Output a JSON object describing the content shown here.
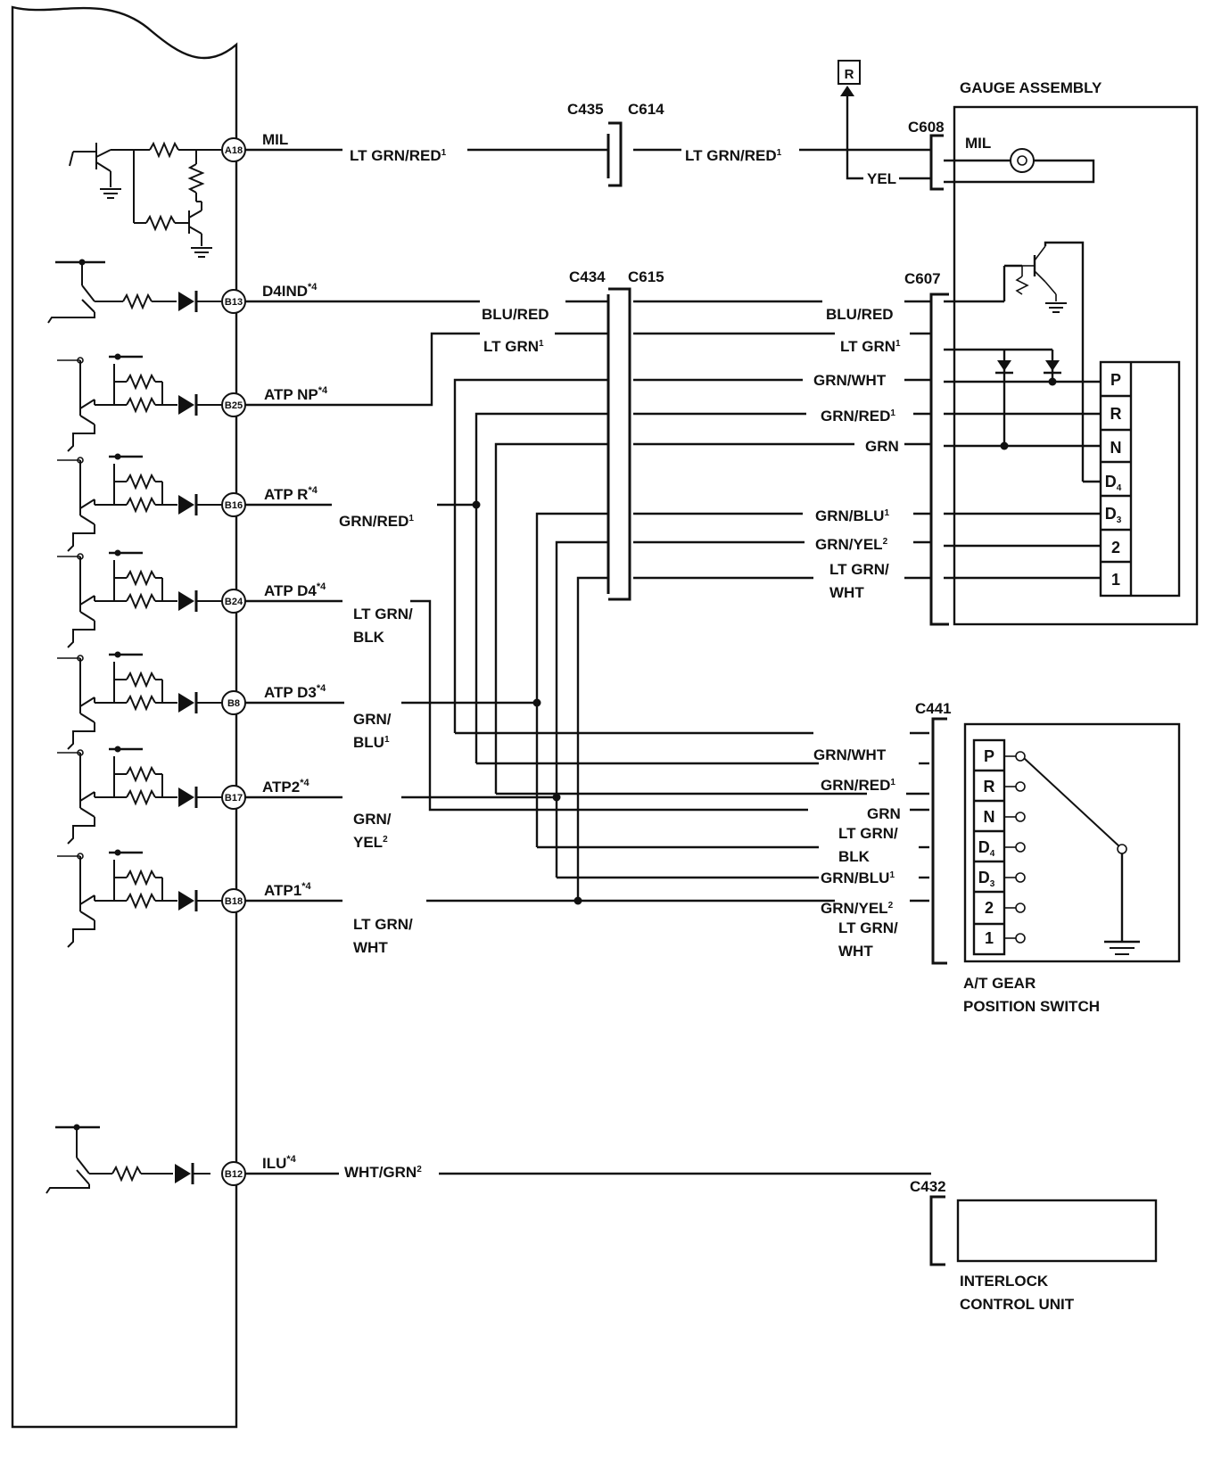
{
  "ecm_pins": [
    {
      "pin": "A18",
      "signal": "MIL"
    },
    {
      "pin": "B13",
      "signal": "D4IND",
      "sup": "*4"
    },
    {
      "pin": "B25",
      "signal": "ATP NP",
      "sup": "*4"
    },
    {
      "pin": "B16",
      "signal": "ATP R",
      "sup": "*4"
    },
    {
      "pin": "B24",
      "signal": "ATP D4",
      "sup": "*4"
    },
    {
      "pin": "B8",
      "signal": "ATP D3",
      "sup": "*4"
    },
    {
      "pin": "B17",
      "signal": "ATP2",
      "sup": "*4"
    },
    {
      "pin": "B18",
      "signal": "ATP1",
      "sup": "*4"
    },
    {
      "pin": "B12",
      "signal": "ILU",
      "sup": "*4"
    }
  ],
  "connectors": {
    "c435": "C435",
    "c614": "C614",
    "c608": "C608",
    "c434": "C434",
    "c615": "C615",
    "c607": "C607",
    "c441": "C441",
    "c432": "C432"
  },
  "components": {
    "gauge_assembly": "GAUGE ASSEMBLY",
    "gauge_mil": "MIL",
    "switch_line1": "A/T GEAR",
    "switch_line2": "POSITION SWITCH",
    "interlock_line1": "INTERLOCK",
    "interlock_line2": "CONTROL UNIT",
    "r_ref": "R"
  },
  "wires": {
    "mil_left": "LT GRN/RED",
    "mil_left_sup": "1",
    "mil_right": "LT GRN/RED",
    "mil_right_sup": "1",
    "yel": "YEL",
    "blu_red_left": "BLU/RED",
    "blu_red_right": "BLU/RED",
    "lt_grn_left": "LT GRN",
    "lt_grn_left_sup": "1",
    "lt_grn_right": "LT GRN",
    "lt_grn_right_sup": "1",
    "grn_wht_gauge": "GRN/WHT",
    "grn_red_gauge": "GRN/RED",
    "grn_red_gauge_sup": "1",
    "grn_gauge": "GRN",
    "grn_blu_gauge": "GRN/BLU",
    "grn_blu_gauge_sup": "1",
    "grn_yel_gauge": "GRN/YEL",
    "grn_yel_gauge_sup": "2",
    "ltgrn_wht_gauge_1": "LT GRN/",
    "ltgrn_wht_gauge_2": "WHT",
    "r_wire": "GRN/RED",
    "r_wire_sup": "1",
    "d4_wire_1": "LT GRN/",
    "d4_wire_2": "BLK",
    "d3_wire_1": "GRN/",
    "d3_wire_2": "BLU",
    "d3_wire_sup": "1",
    "atp2_wire_1": "GRN/",
    "atp2_wire_2": "YEL",
    "atp2_wire_sup": "2",
    "atp1_wire_1": "LT GRN/",
    "atp1_wire_2": "WHT",
    "sw_grn_wht": "GRN/WHT",
    "sw_grn_red": "GRN/RED",
    "sw_grn_red_sup": "1",
    "sw_grn": "GRN",
    "sw_ltgrn_blk_1": "LT GRN/",
    "sw_ltgrn_blk_2": "BLK",
    "sw_grn_blu": "GRN/BLU",
    "sw_grn_blu_sup": "1",
    "sw_grn_yel": "GRN/YEL",
    "sw_grn_yel_sup": "2",
    "sw_ltgrn_wht_1": "LT GRN/",
    "sw_ltgrn_wht_2": "WHT",
    "ilu_wire": "WHT/GRN",
    "ilu_wire_sup": "2"
  },
  "gauge_positions": [
    "P",
    "R",
    "N",
    "D",
    "D",
    "2",
    "1"
  ],
  "gauge_position_subs": [
    "",
    "",
    "",
    "4",
    "3",
    "",
    ""
  ],
  "switch_positions": [
    "P",
    "R",
    "N",
    "D",
    "D",
    "2",
    "1"
  ],
  "switch_position_subs": [
    "",
    "",
    "",
    "4",
    "3",
    "",
    ""
  ]
}
